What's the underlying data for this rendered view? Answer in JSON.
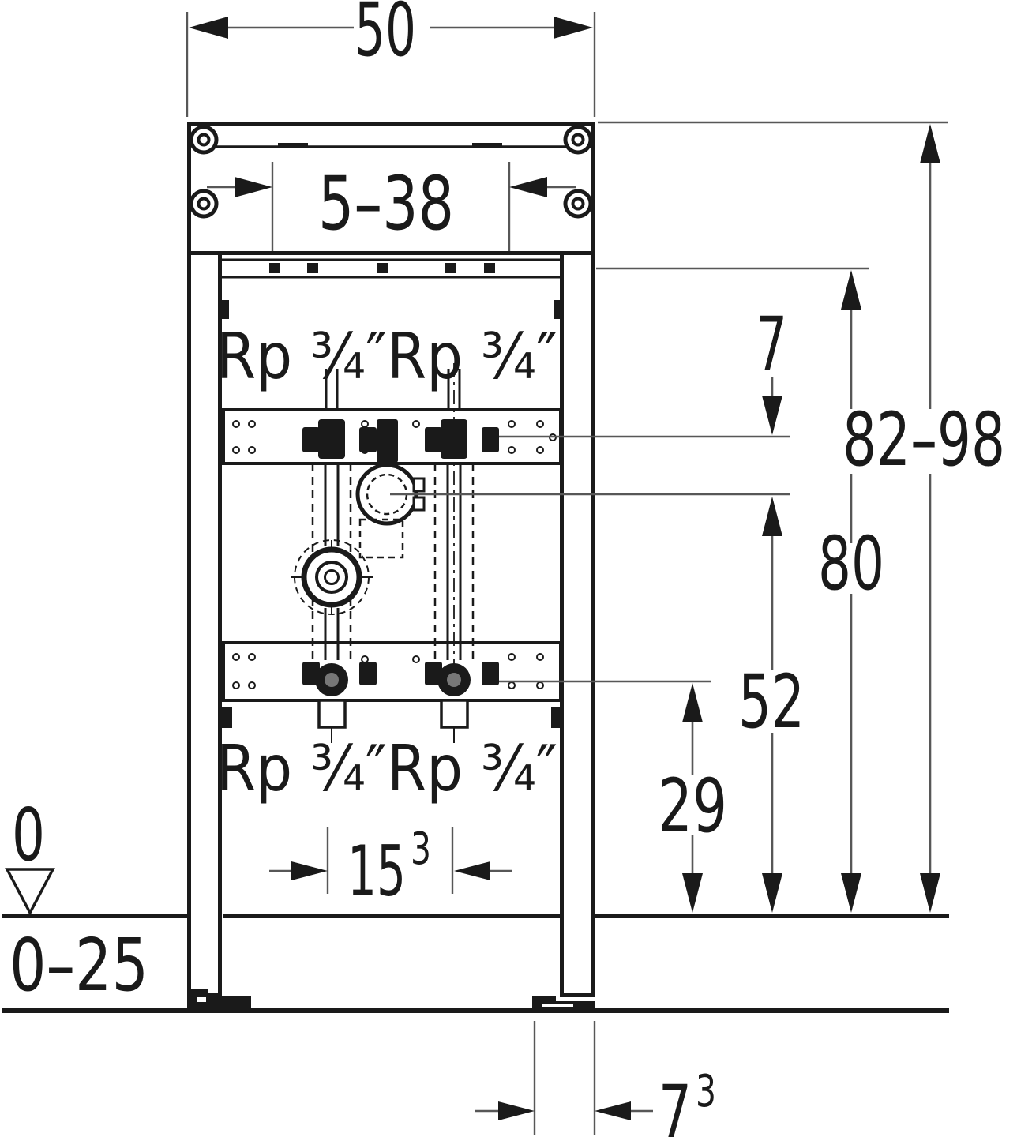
{
  "drawing": {
    "kind": "washbasin mounting frame installation drawing",
    "background": "#ffffff",
    "line_color": "#1a1a1a",
    "dim_line_color": "#575757"
  },
  "dimensions": {
    "frame_width": "50",
    "top_adjust_range": "5–38",
    "rail_to_connection": "7",
    "frame_height_range": "82–98",
    "rail_height": "80",
    "trap_clamp_height": "52",
    "lower_connection_height": "29",
    "pipe_spacing": {
      "value": "15",
      "sup": "3"
    },
    "floor_level": "0",
    "floor_finish_range": "0–25",
    "foot_depth": {
      "value": "7",
      "sup": "3"
    }
  },
  "connections": {
    "upper_label": "Rp ¾″Rp ¾″",
    "lower_label": "Rp ¾″Rp ¾″"
  }
}
